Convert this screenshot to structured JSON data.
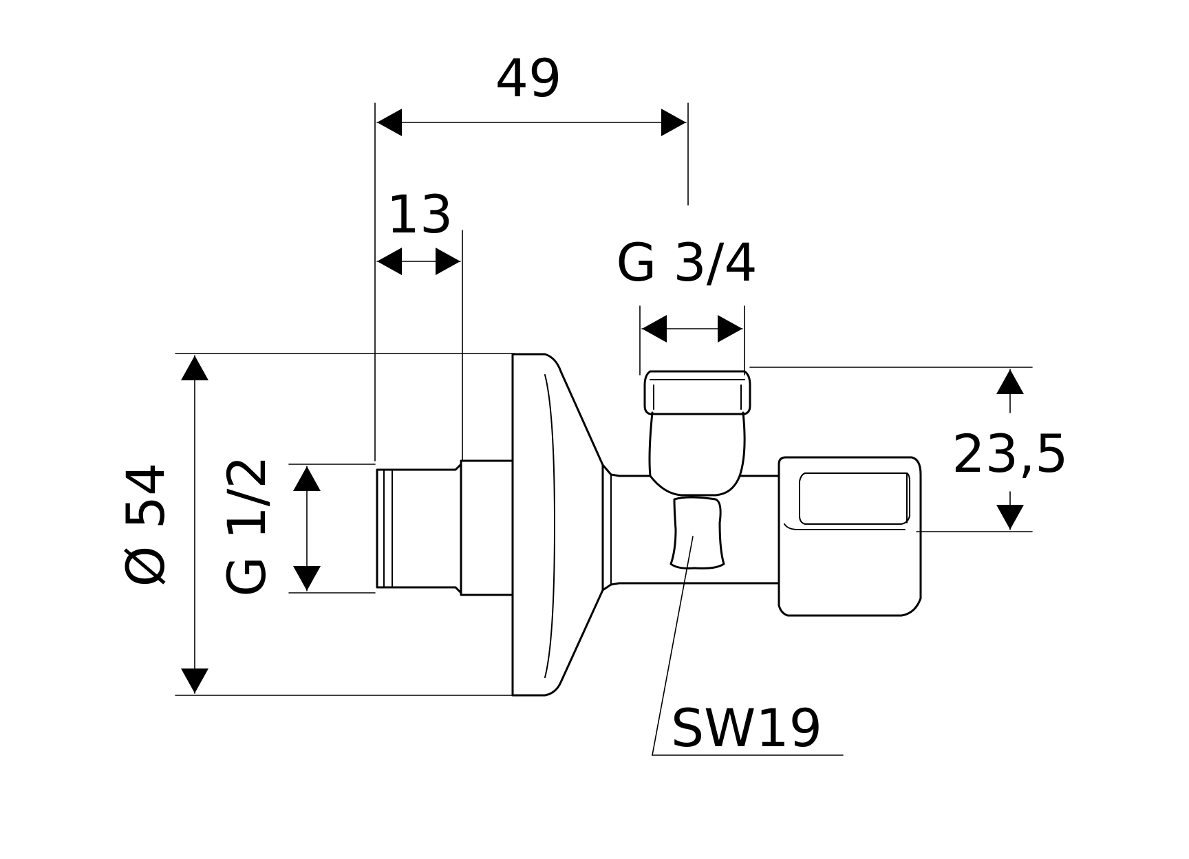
{
  "drawing": {
    "dimensions": {
      "overall_length": "49",
      "thread_length": "13",
      "outlet_thread": "G 3/4",
      "outlet_offset": "23,5",
      "rosette_diameter": "Ø 54",
      "inlet_thread": "G 1/2",
      "wrench_size": "SW19"
    },
    "colors": {
      "line": "#000000",
      "background": "#ffffff"
    }
  }
}
